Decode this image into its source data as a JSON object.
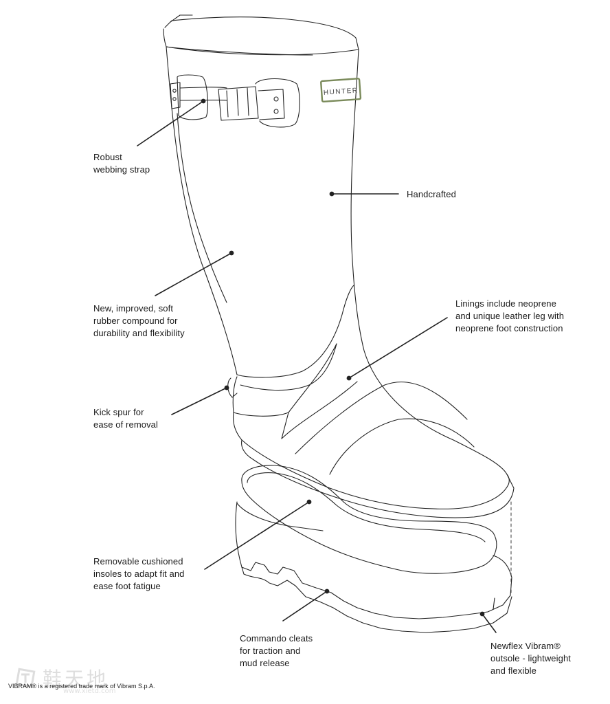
{
  "brand_badge": "HUNTER",
  "callouts": [
    {
      "id": "strap",
      "lines": [
        "Robust",
        "webbing strap"
      ]
    },
    {
      "id": "handcrafted",
      "lines": [
        "Handcrafted"
      ]
    },
    {
      "id": "rubber",
      "lines": [
        "New, improved, soft",
        "rubber compound for",
        "durability and flexibility"
      ]
    },
    {
      "id": "linings",
      "lines": [
        "Linings include neoprene",
        "and unique leather leg with",
        "neoprene foot construction"
      ]
    },
    {
      "id": "kick",
      "lines": [
        "Kick spur for",
        "ease of removal"
      ]
    },
    {
      "id": "insoles",
      "lines": [
        "Removable cushioned",
        "insoles to adapt fit and",
        "ease foot fatigue"
      ]
    },
    {
      "id": "cleats",
      "lines": [
        "Commando cleats",
        "for traction and",
        "mud release"
      ]
    },
    {
      "id": "outsole",
      "lines": [
        "Newflex Vibram®",
        "outsole - lightweight",
        "and flexible"
      ]
    }
  ],
  "footnote": "VIBRAM® is a registered trade mark of Vibram S.p.A.",
  "watermark": {
    "text": "鞋天地",
    "url": "www.xietd.com"
  },
  "colors": {
    "line": "#222222",
    "badge": "#7a8a5a"
  }
}
